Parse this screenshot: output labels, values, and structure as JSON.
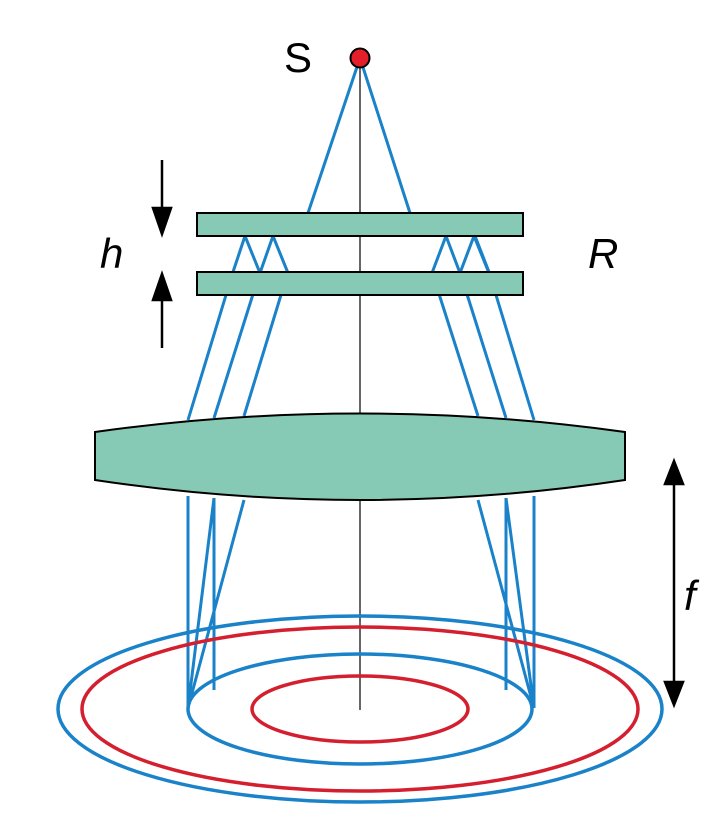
{
  "labels": {
    "source": "S",
    "gap": "h",
    "reflectivity": "R",
    "focal_length": "f"
  },
  "colors": {
    "ray": "#1a82c8",
    "plate_fill": "#86c9b5",
    "ring_blue": "#1a82c8",
    "ring_red": "#d41f2f",
    "source_dot": "#e3202a"
  }
}
